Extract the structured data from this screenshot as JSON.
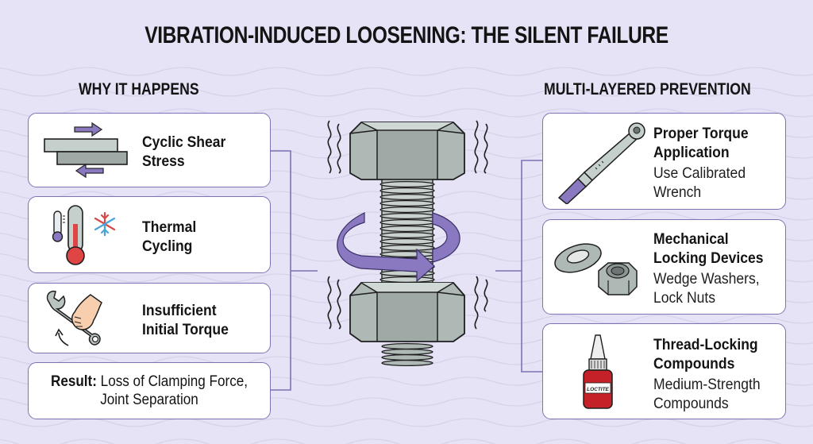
{
  "title": "VIBRATION-INDUCED LOOSENING: THE SILENT FAILURE",
  "left_section": {
    "heading": "WHY IT HAPPENS",
    "causes": [
      {
        "label_line1": "Cyclic Shear",
        "label_line2": "Stress",
        "icon": "shear-plates-icon"
      },
      {
        "label_line1": "Thermal",
        "label_line2": "Cycling",
        "icon": "thermometer-snowflake-icon"
      },
      {
        "label_line1": "Insufficient",
        "label_line2": "Initial Torque",
        "icon": "hand-wrench-icon"
      }
    ],
    "result": {
      "prefix": "Result:",
      "line1": "Loss of Clamping Force,",
      "line2": "Joint Separation"
    }
  },
  "center": {
    "illustration": "vibrating-bolt-and-nut",
    "rotation_indicator": "loosening-rotation-arrow"
  },
  "right_section": {
    "heading": "MULTI-LAYERED PREVENTION",
    "measures": [
      {
        "label_line1": "Proper Torque",
        "label_line2": "Application",
        "sub_line1": "Use Calibrated",
        "sub_line2": "Wrench",
        "icon": "torque-wrench-icon"
      },
      {
        "label_line1": "Mechanical",
        "label_line2": "Locking Devices",
        "sub_line1": "Wedge Washers,",
        "sub_line2": "Lock Nuts",
        "icon": "washer-nut-icon"
      },
      {
        "label_line1": "Thread-Locking",
        "label_line2": "Compounds",
        "sub_line1": "Medium-Strength",
        "sub_line2": "Compounds",
        "icon": "threadlocker-bottle-icon",
        "bottle_label": "LOCTITE"
      }
    ]
  },
  "colors": {
    "background": "#e6e3f6",
    "accent_purple": "#7f72b4",
    "arrow_purple": "#8a78c0",
    "steel": "#b9c3c0",
    "thermo_red": "#e04545",
    "bottle_red": "#c42128",
    "snow_blue": "#4aa4d8"
  }
}
